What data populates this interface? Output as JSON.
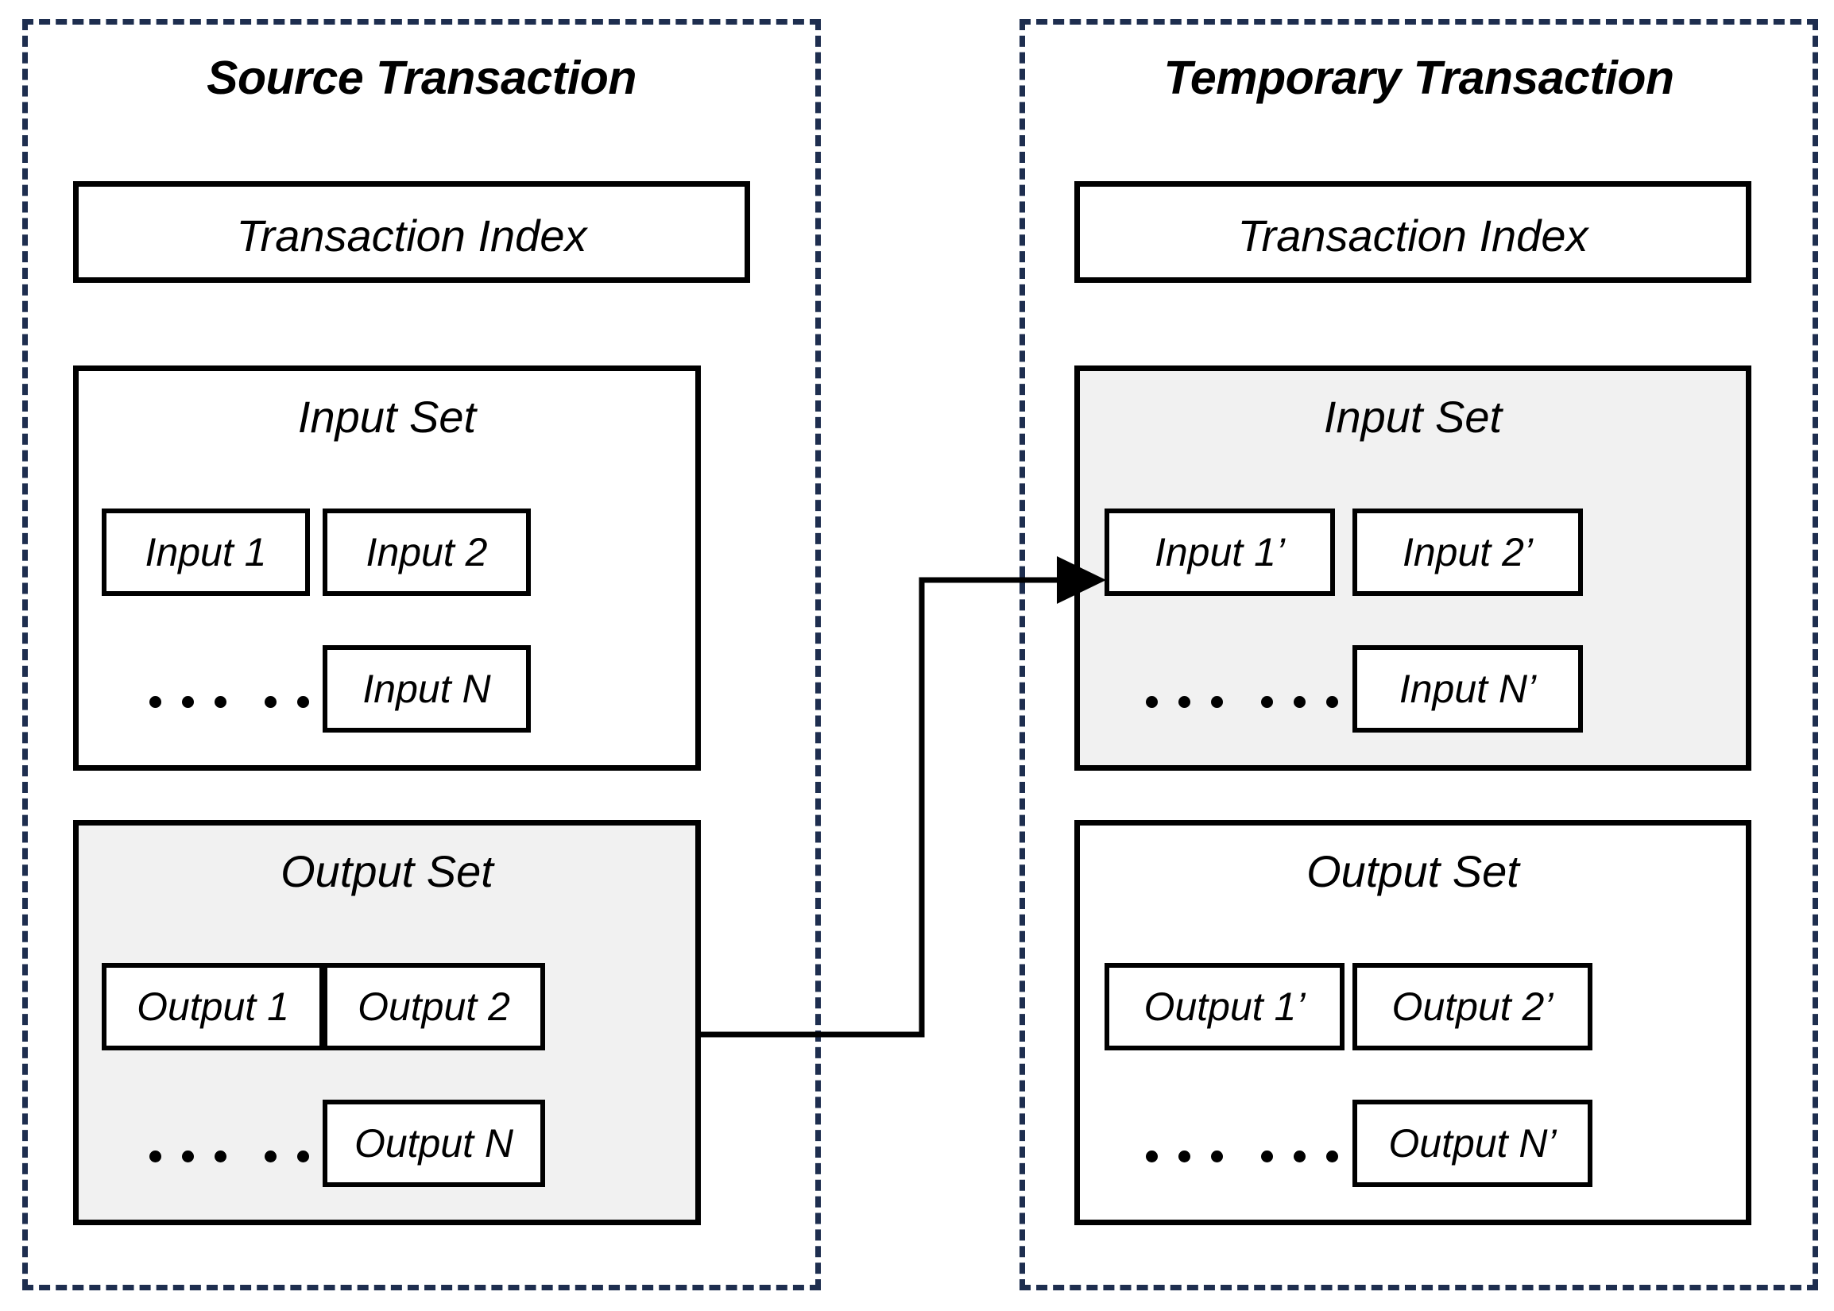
{
  "diagram": {
    "title_left": "Source Transaction",
    "title_right": "Temporary Transaction",
    "colors": {
      "panel_border": "#1E2E4F",
      "box_border": "#000000",
      "shaded_fill": "#F1F1F1",
      "background": "#FFFFFF",
      "text": "#000000"
    }
  },
  "source_transaction": {
    "title": "Source Transaction",
    "index_box": {
      "label": "Transaction Index",
      "shaded": false
    },
    "input_set": {
      "label": "Input Set",
      "shaded": false,
      "items": [
        "Input 1",
        "Input 2",
        "Input N"
      ],
      "ellipsis": "......"
    },
    "output_set": {
      "label": "Output Set",
      "shaded": true,
      "items": [
        "Output 1",
        "Output 2",
        "Output N"
      ],
      "ellipsis": "......"
    }
  },
  "temporary_transaction": {
    "title": "Temporary Transaction",
    "index_box": {
      "label": "Transaction Index",
      "shaded": false
    },
    "input_set": {
      "label": "Input Set",
      "shaded": true,
      "items": [
        "Input 1’",
        "Input 2’",
        "Input N’"
      ],
      "ellipsis": "......"
    },
    "output_set": {
      "label": "Output Set",
      "shaded": false,
      "items": [
        "Output 1’",
        "Output 2’",
        "Output N’"
      ],
      "ellipsis": "......"
    }
  },
  "connector": {
    "name": "output-set-to-input-set-arrow",
    "from": "Source Transaction / Output Set",
    "to": "Temporary Transaction / Input Set",
    "style": "elbow-arrow"
  }
}
